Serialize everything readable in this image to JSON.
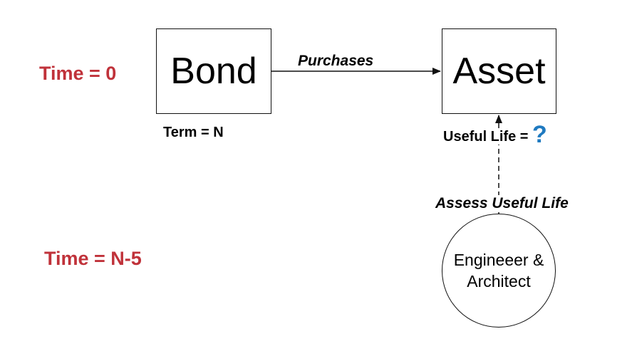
{
  "diagram": {
    "time_labels": {
      "time_zero": "Time = 0",
      "time_later": "Time = N-5"
    },
    "nodes": {
      "bond": {
        "label": "Bond",
        "caption": "Term = N"
      },
      "asset": {
        "label": "Asset",
        "caption_prefix": "Useful Life = ",
        "caption_mark": "?"
      },
      "experts": {
        "line1": "Engineeer &",
        "line2": "Architect"
      }
    },
    "edges": {
      "purchases": {
        "label": "Purchases",
        "style": "solid"
      },
      "assess": {
        "label": "Assess Useful Life",
        "style": "dashed"
      }
    },
    "colors": {
      "time_label": "#c0323a",
      "question_mark": "#1f7ac0",
      "stroke": "#111111"
    }
  }
}
